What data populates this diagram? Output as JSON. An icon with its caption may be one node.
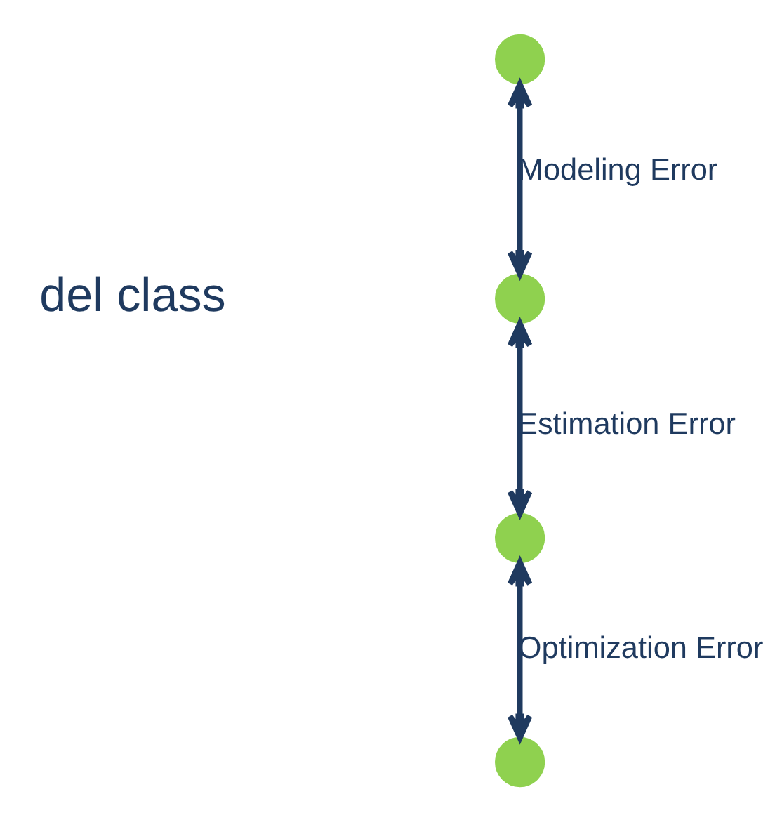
{
  "diagram": {
    "nodes": [
      {
        "text": [],
        "shape": "circle"
      },
      {
        "text": [],
        "shape": "circle"
      },
      {
        "text": [],
        "shape": "circle"
      },
      {
        "text": [],
        "shape": "circle"
      }
    ],
    "edges": [
      {
        "from": 0,
        "to": 1,
        "arrow": "both",
        "label": "Modeling Error"
      },
      {
        "from": 1,
        "to": 2,
        "arrow": "both",
        "label": "Estimation Error"
      },
      {
        "from": 2,
        "to": 3,
        "arrow": "both",
        "label": "Optimization Error"
      }
    ],
    "labels": [
      "del class"
    ]
  }
}
